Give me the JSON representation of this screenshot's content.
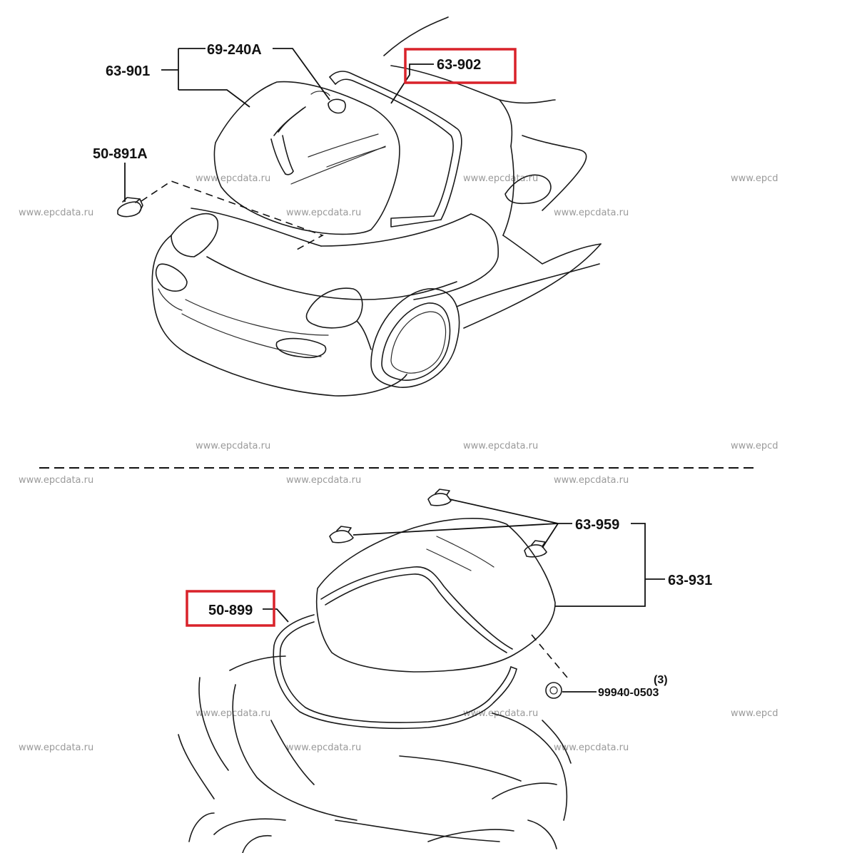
{
  "labels": {
    "upper": {
      "windshield": "63-901",
      "mirror_base": "69-240A",
      "windshield_molding": "63-902",
      "clip": "50-891A"
    },
    "lower": {
      "rear_glass": "63-931",
      "fastener": "63-959",
      "rear_seal": "50-899",
      "nut": "99940-0503",
      "nut_qty": "(3)"
    }
  },
  "watermark": {
    "full": "www.epcdata.ru",
    "short": "www.epcd"
  },
  "colors": {
    "highlight": "#d9222a",
    "line": "#1a1a1a",
    "watermark": "#9a9a9a"
  }
}
